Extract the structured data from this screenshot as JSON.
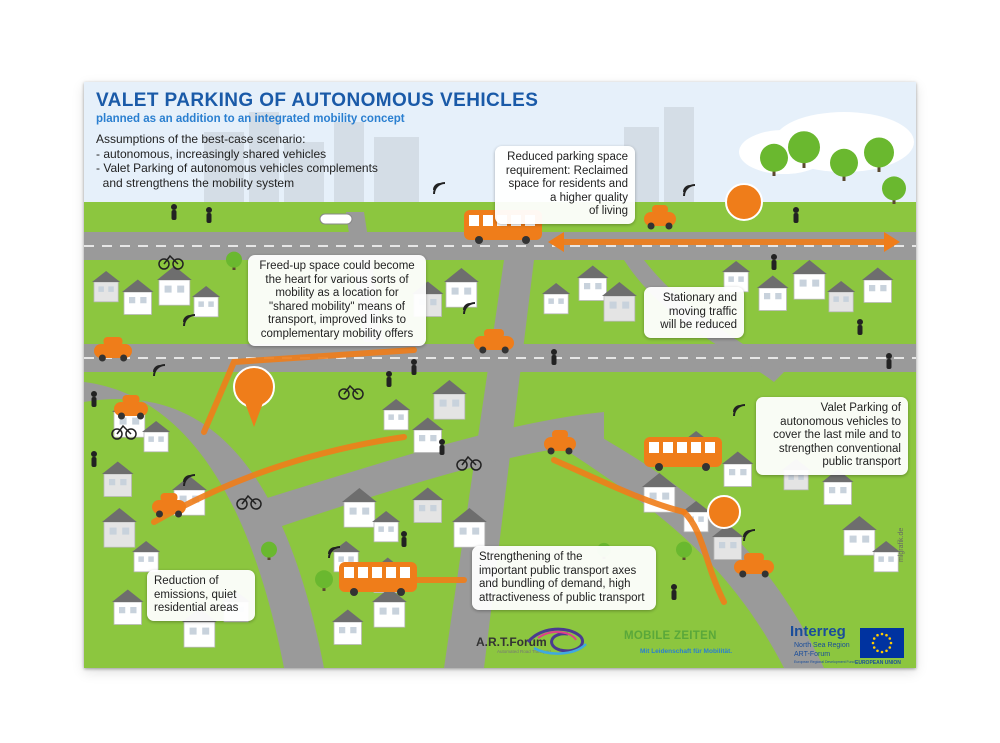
{
  "title": "VALET PARKING OF AUTONOMOUS VEHICLES",
  "subtitle": "planned as an addition to an integrated mobility concept",
  "assumptions": [
    "Assumptions of the best-case scenario:",
    "- autonomous, increasingly shared vehicles",
    "- Valet Parking of autonomous vehicles complements",
    "  and strengthens the mobility system"
  ],
  "callouts": {
    "reduced_parking": [
      "Reduced parking space",
      "requirement: Reclaimed",
      "space for residents and",
      "a higher quality",
      "of living"
    ],
    "freed_up_space": [
      "Freed-up space could become",
      "the heart for various sorts of",
      "mobility as a location for",
      "\"shared mobility\" means of",
      "transport, improved links to",
      "complementary mobility offers"
    ],
    "stationary_traffic": [
      "Stationary and",
      "moving traffic",
      "will be reduced"
    ],
    "valet_last_mile": [
      "Valet Parking of",
      "autonomous vehicles to",
      "cover the last mile and to",
      "strengthen conventional",
      "public transport"
    ],
    "strengthening_pt": [
      "Strengthening of the",
      "important public transport axes",
      "and bundling of demand, high",
      "attractiveness of public transport"
    ],
    "reduction_emissions": [
      "Reduction of",
      "emissions, quiet",
      "residential areas"
    ]
  },
  "logos": {
    "artforum": "A.R.T.Forum",
    "artforum_sub": "Automated Road Transport",
    "mobile_zeiten": "MOBILE ZEITEN",
    "mobile_zeiten_sub": "Mit Leidenschaft für Mobilität.",
    "interreg": "Interreg",
    "interreg_region": "North Sea Region",
    "interreg_project": "ART-Forum",
    "interreg_fund": "European Regional Development Fund",
    "eu": "EUROPEAN UNION"
  },
  "credit": "mlgrafik.de",
  "colors": {
    "title": "#1a5aa8",
    "accent_orange": "#ef7d1a",
    "grass": "#8cc63f",
    "road": "#9a9a9a",
    "sky": "#e6f0fa",
    "eu_blue": "#0033a0",
    "eu_star": "#ffcc00"
  }
}
